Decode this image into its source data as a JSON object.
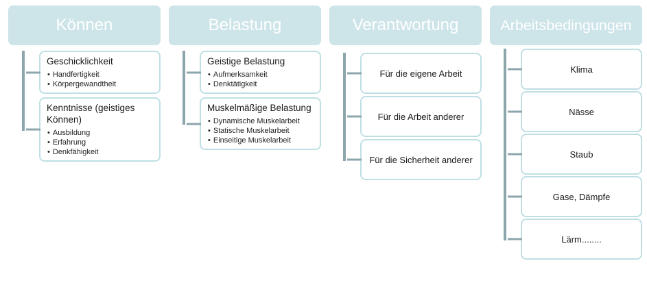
{
  "diagram": {
    "colors": {
      "header_fill": "#cde4e8",
      "header_text": "#ffffff",
      "child_border": "#bfdfe4",
      "connector": "#8da6ac"
    },
    "columns": [
      {
        "header": "Können",
        "children": [
          {
            "title": "Geschicklichkeit",
            "bullets": [
              "Handfertigkeit",
              "Körpergewandtheit"
            ]
          },
          {
            "title": "Kenntnisse (geistiges Können)",
            "bullets": [
              "Ausbildung",
              "Erfahrung",
              "Denkfähigkeit"
            ]
          }
        ]
      },
      {
        "header": "Belastung",
        "children": [
          {
            "title": "Geistige Belastung",
            "bullets": [
              "Aufmerksamkeit",
              "Denktätigkeit"
            ]
          },
          {
            "title": "Muskelmäßige Belastung",
            "bullets": [
              "Dynamische Muskelarbeit",
              "Statische Muskelarbeit",
              "Einseitige Muskelarbeit"
            ]
          }
        ]
      },
      {
        "header": "Verantwortung",
        "children": [
          {
            "label": "Für die eigene Arbeit"
          },
          {
            "label": "Für die Arbeit anderer"
          },
          {
            "label": "Für die Sicherheit anderer"
          }
        ]
      },
      {
        "header": "Arbeitsbedingungen",
        "children": [
          {
            "label": "Klima"
          },
          {
            "label": "Nässe"
          },
          {
            "label": "Staub"
          },
          {
            "label": "Gase, Dämpfe"
          },
          {
            "label": "Lärm........"
          }
        ]
      }
    ]
  }
}
